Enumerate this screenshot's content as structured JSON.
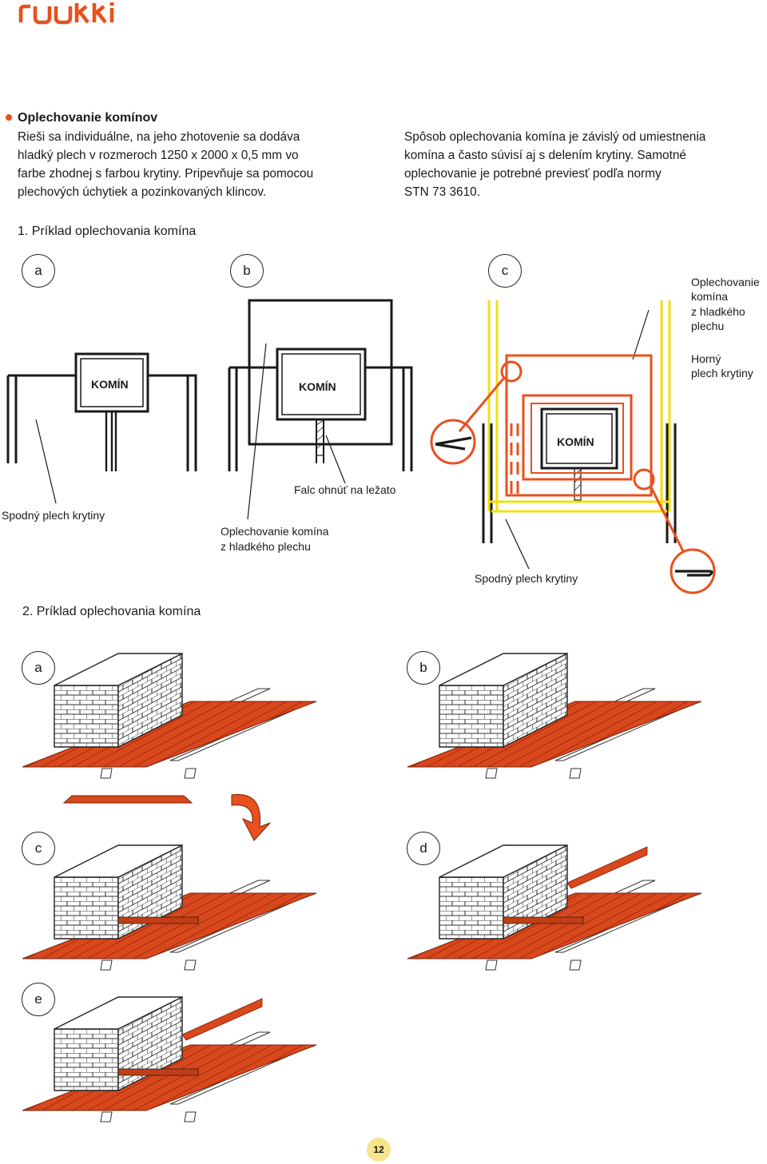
{
  "brand": {
    "logo_text": "RUUKKI",
    "accent": "#e8501e"
  },
  "intro": {
    "title": "Oplechovanie komínov",
    "left_lines": [
      "Rieši sa individuálne, na jeho zhotovenie sa dodáva",
      "hladký plech v rozmeroch 1250 x 2000 x 0,5 mm vo",
      "farbe zhodnej s farbou krytiny. Pripevňuje sa pomocou",
      "plechových úchytiek a pozinkovaných klincov."
    ],
    "right_lines": [
      "Spôsob oplechovania komína je závislý od umiestnenia",
      "komína a často súvisí aj s delením krytiny. Samotné",
      "oplechovanie je potrebné previesť podľa normy",
      "STN 73 3610."
    ]
  },
  "example1": {
    "title": "1. Príklad oplechovania komína",
    "labels": {
      "a": "a",
      "b": "b",
      "c": "c"
    },
    "chimney_label": "KOMÍN",
    "callouts": {
      "bottom_sheet_left": "Spodný plech krytiny",
      "flashing_smooth_1": "Oplechovanie komína",
      "flashing_smooth_2": "z hladkého plechu",
      "fold": "Falc ohnúť na ležato",
      "right_flash_1": "Oplechovanie",
      "right_flash_2": "komína",
      "right_flash_3": "z hladkého",
      "right_flash_4": "plechu",
      "upper_sheet_1": "Horný",
      "upper_sheet_2": "plech krytiny",
      "bottom_sheet_right": "Spodný plech krytiny"
    }
  },
  "example2": {
    "title": "2. Príklad oplechovania komína",
    "labels": {
      "a": "a",
      "b": "b",
      "c": "c",
      "d": "d",
      "e": "e"
    }
  },
  "page_number": "12"
}
